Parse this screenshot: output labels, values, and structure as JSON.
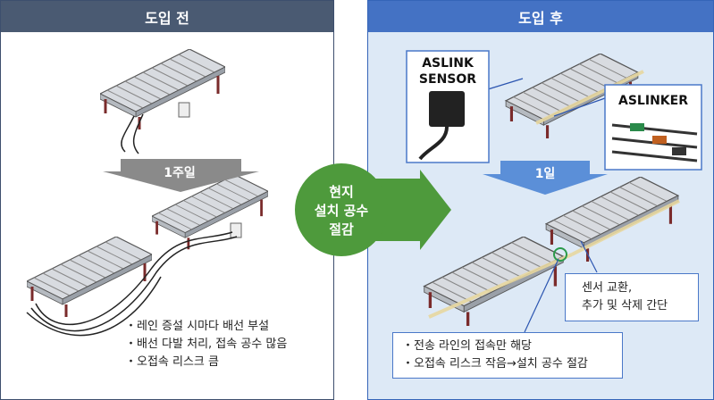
{
  "before": {
    "title": "도입 전",
    "period": "1주일",
    "notes": [
      "・레인 증설 시마다 배선 부설",
      "・배선 다발 처리, 접속 공수 많음",
      "・오접속 리스크 큼"
    ]
  },
  "center": {
    "lines": [
      "현지",
      "설치 공수",
      "절감"
    ]
  },
  "after": {
    "title": "도입 후",
    "period": "1일",
    "sensor_label": [
      "ASLINK",
      "SENSOR"
    ],
    "linker_label": "ASLINKER",
    "callout": [
      "센서 교환,",
      "추가 및 삭제 간단"
    ],
    "notes": [
      "・전송 라인의 접속만 해당",
      "・오접속 리스크 작음→설치 공수 절감"
    ]
  },
  "colors": {
    "before_header": "#4a5a72",
    "after_header": "#4472c4",
    "after_bg": "#dde9f6",
    "center": "#4e9a3c",
    "arrow_blue": "#5b8fd8",
    "arrow_gray": "#8a8a8a"
  }
}
